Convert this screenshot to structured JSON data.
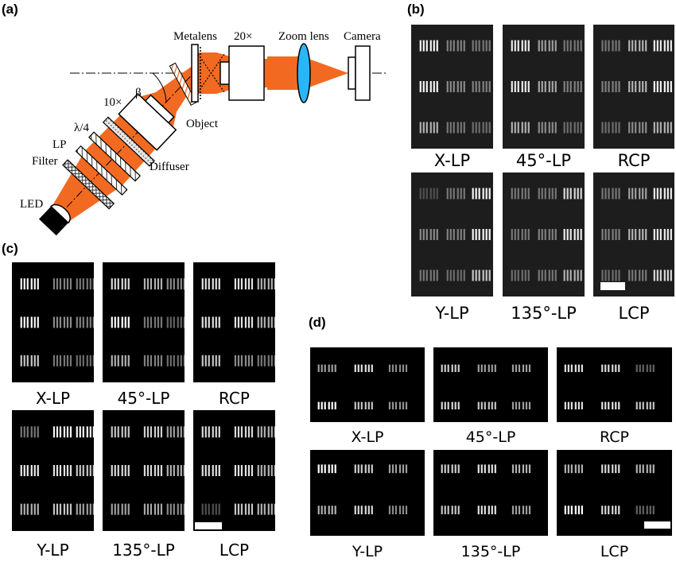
{
  "panels": {
    "a": "(a)",
    "b": "(b)",
    "c": "(c)",
    "d": "(d)"
  },
  "setup_labels": {
    "metalens": "Metalens",
    "objective_20x": "20×",
    "zoom_lens": "Zoom lens",
    "camera": "Camera",
    "objective_10x": "10×",
    "beta": "β",
    "object": "Object",
    "quarter_wave": "λ/4",
    "lp": "LP",
    "filter": "Filter",
    "diffuser": "Diffuser",
    "led": "LED"
  },
  "colors": {
    "beam": "#f26a21",
    "zoom_lens": "#29b6f6",
    "hatch": "#333333"
  },
  "panel_b": {
    "captions_top": [
      "X-LP",
      "45°-LP",
      "RCP"
    ],
    "captions_bottom": [
      "Y-LP",
      "135°-LP",
      "LCP"
    ]
  },
  "panel_c": {
    "captions_top": [
      "X-LP",
      "45°-LP",
      "RCP"
    ],
    "captions_bottom": [
      "Y-LP",
      "135°-LP",
      "LCP"
    ]
  },
  "panel_d": {
    "captions_top": [
      "X-LP",
      "45°-LP",
      "RCP"
    ],
    "captions_bottom": [
      "Y-LP",
      "135°-LP",
      "LCP"
    ]
  }
}
